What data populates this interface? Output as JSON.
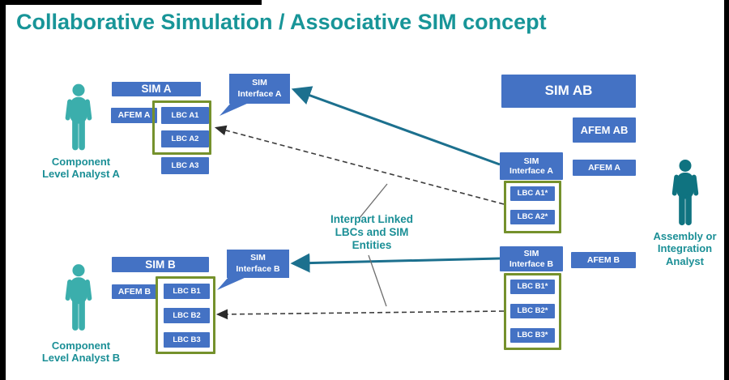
{
  "title": "Collaborative Simulation / Associative SIM concept",
  "colors": {
    "box_blue": "#4472C4",
    "outline_green": "#75912C",
    "title_teal": "#189598",
    "label_teal": "#1B8F96",
    "arrow_teal": "#1C708E",
    "dashed_gray": "#3C3C3C",
    "person_light_teal": "#3BAEAC",
    "person_dark_teal": "#0F7380"
  },
  "left_a": {
    "actor_label": "Component\nLevel Analyst A",
    "sim": "SIM A",
    "afem": "AFEM A",
    "lbc1": "LBC A1",
    "lbc2": "LBC A2",
    "lbc3": "LBC A3",
    "bubble": "SIM\nInterface A"
  },
  "left_b": {
    "actor_label": "Component\nLevel Analyst B",
    "sim": "SIM B",
    "afem": "AFEM B",
    "lbc1": "LBC B1",
    "lbc2": "LBC B2",
    "lbc3": "LBC B3",
    "bubble": "SIM\nInterface B"
  },
  "right": {
    "sim_ab": "SIM AB",
    "afem_ab": "AFEM AB",
    "interface_a": "SIM\nInterface A",
    "afem_a": "AFEM A",
    "lbc_a1": "LBC A1*",
    "lbc_a2": "LBC A2*",
    "interface_b": "SIM\nInterface B",
    "afem_b": "AFEM B",
    "lbc_b1": "LBC B1*",
    "lbc_b2": "LBC B2*",
    "lbc_b3": "LBC B3*",
    "actor_label": "Assembly or\nIntegration\nAnalyst"
  },
  "center_note": "Interpart Linked\nLBCs and SIM\nEntities"
}
